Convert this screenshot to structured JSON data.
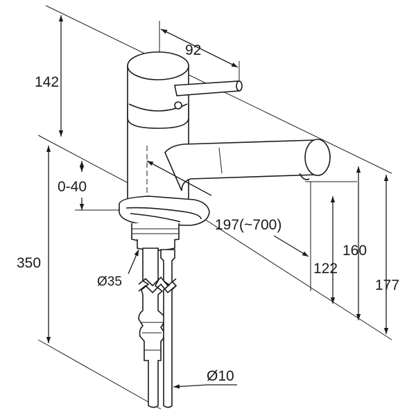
{
  "dimensions": {
    "lever_reach": "92",
    "body_height": "142",
    "deck_adjust": "0-40",
    "total_height": "350",
    "spout_reach": "197(~700)",
    "spout_clearance": "122",
    "spout_height": "160",
    "overall_height": "177",
    "hole_diameter": "Ø35",
    "hose_diameter": "Ø10"
  }
}
